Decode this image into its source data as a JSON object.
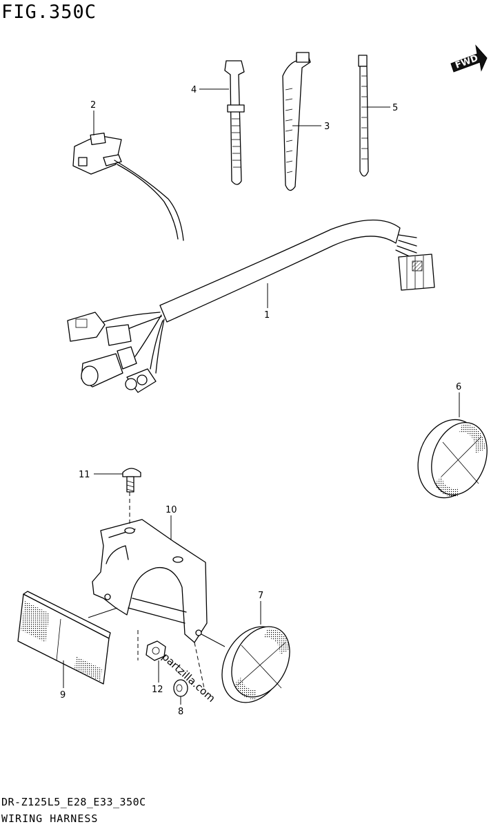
{
  "figure": {
    "title": "FIG.350C",
    "footer_code": "DR-Z125L5_E28_E33_350C",
    "footer_name": "WIRING HARNESS",
    "direction_label": "FWD",
    "watermark": "partzilla.com"
  },
  "callouts": [
    {
      "label": "1",
      "part": "wiring harness"
    },
    {
      "label": "2",
      "part": "switch"
    },
    {
      "label": "3",
      "part": "clamp"
    },
    {
      "label": "4",
      "part": "band"
    },
    {
      "label": "5",
      "part": "cable tie"
    },
    {
      "label": "6",
      "part": "round reflector"
    },
    {
      "label": "7",
      "part": "round reflector"
    },
    {
      "label": "8",
      "part": "nut"
    },
    {
      "label": "9",
      "part": "rectangular reflector"
    },
    {
      "label": "10",
      "part": "bracket"
    },
    {
      "label": "11",
      "part": "screw"
    },
    {
      "label": "12",
      "part": "nut"
    }
  ]
}
